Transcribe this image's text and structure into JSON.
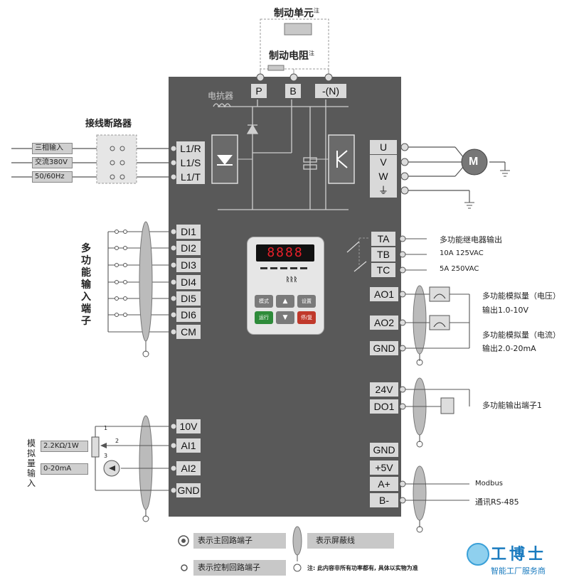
{
  "header": {
    "brake_unit": "制动单元",
    "brake_unit_note": "注",
    "brake_resistor": "制动电阻",
    "brake_resistor_note": "注",
    "reactor": "电抗器",
    "breaker": "接线断路器"
  },
  "power_inputs": [
    "三相输入",
    "交流380V",
    "50/60Hz"
  ],
  "dc_terminals": [
    "P",
    "B",
    "-(N)"
  ],
  "main_in_terminals": [
    "L1/R",
    "L1/S",
    "L1/T"
  ],
  "main_out_terminals": [
    "U",
    "V",
    "W",
    "⏚"
  ],
  "motor_label": "M",
  "digital_inputs": [
    "DI1",
    "DI2",
    "DI3",
    "DI4",
    "DI5",
    "DI6",
    "CM"
  ],
  "digital_inputs_caption": "多功能输入端子",
  "relay_terminals": [
    "TA",
    "TB",
    "TC"
  ],
  "relay_labels": {
    "title": "多功能继电器输出",
    "tb": "10A  125VAC",
    "tc": "5A  250VAC"
  },
  "analog_out_terminals": [
    "AO1",
    "AO2",
    "GND"
  ],
  "analog_out_labels": {
    "ao1_title": "多功能模拟量（电压）",
    "ao1_range": "输出1.0-10V",
    "ao2_title": "多功能模拟量（电流）",
    "ao2_range": "输出2.0-20mA"
  },
  "do_terminals": [
    "24V",
    "DO1"
  ],
  "do_label": "多功能输出端子1",
  "analog_in_terminals": [
    "10V",
    "AI1",
    "AI2",
    "GND"
  ],
  "analog_in_caption": "模拟量输入",
  "analog_in_boxes": [
    "2.2KΩ/1W",
    "0-20mA"
  ],
  "pot_pins": [
    "1",
    "2",
    "3"
  ],
  "comm_terminals": [
    "GND",
    "+5V",
    "A+",
    "B-"
  ],
  "comm_labels": {
    "modbus": "Modbus",
    "rs485": "通讯RS-485"
  },
  "keypad": {
    "display": "8888",
    "brand": "ᚱᚱᚱ",
    "keys": [
      "模式",
      "▲",
      "设置",
      "运行",
      "▼",
      "停/复"
    ]
  },
  "legend": {
    "main_circuit": "表示主回路端子",
    "shield": "表示屏蔽线",
    "control_circuit": "表示控制回路端子",
    "note": "注: 此内容非所有功率都有, 具体以实物为准"
  },
  "watermark": {
    "brand": "工博士",
    "slogan": "智能工厂服务商"
  },
  "colors": {
    "body": "#5a5a5a",
    "terminal": "#d9d9d9",
    "key_green": "#2e8b3a",
    "key_red": "#c0392b",
    "key_gray": "#7a7a7a",
    "lcd_red": "#e8202a",
    "brand_blue": "#1a7bbf"
  }
}
